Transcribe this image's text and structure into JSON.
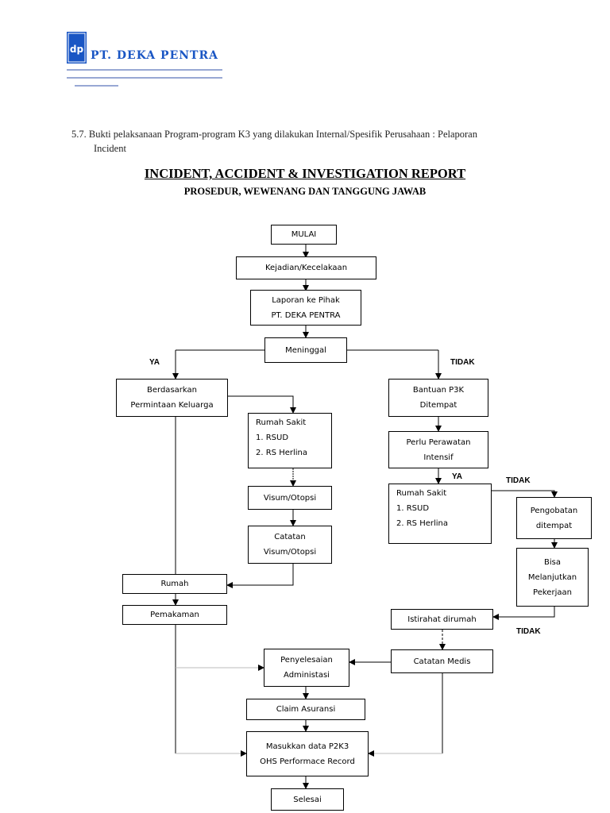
{
  "header": {
    "company_name": "PT. DEKA PENTRA",
    "logo_text": "dp",
    "brand_color": "#1a56c4"
  },
  "intro": {
    "line1": "5.7. Bukti pelaksanaan Program-program K3 yang dilakukan Internal/Spesifik Perusahaan : Pelaporan",
    "line2": "Incident"
  },
  "title": "INCIDENT, ACCIDENT & INVESTIGATION REPORT",
  "subtitle": "PROSEDUR, WEWENANG DAN TANGGUNG JAWAB",
  "flow": {
    "mulai": "MULAI",
    "kejadian": "Kejadian/Kecelakaan",
    "laporan": "Laporan ke Pihak\nPT. DEKA PENTRA",
    "meninggal": "Meninggal",
    "ya1": "YA",
    "tidak1": "TIDAK",
    "berdasarkan": "Berdasarkan\nPermintaan Keluarga",
    "rs_left": "Rumah Sakit\n  1.  RSUD\n  2.  RS Herlina",
    "visum": "Visum/Otopsi",
    "catatan_visum": "Catatan\nVisum/Otopsi",
    "rumah": "Rumah",
    "pemakaman": "Pemakaman",
    "bantuan": "Bantuan P3K\nDitempat",
    "perlu": "Perlu Perawatan\nIntensif",
    "ya2": "YA",
    "tidak2": "TIDAK",
    "rs_right": "Rumah Sakit\n  1.  RSUD\n  2.  RS Herlina",
    "pengobatan": "Pengobatan\nditempat",
    "bisa": "Bisa\nMelanjutkan\nPekerjaan",
    "istirahat": "Istirahat dirumah",
    "tidak3": "TIDAK",
    "catatan_medis": "Catatan Medis",
    "penyelesaian": "Penyelesaian\nAdministasi",
    "claim": "Claim Asuransi",
    "masukkan": "Masukkan data P2K3\nOHS Performace Record",
    "selesai": "Selesai"
  }
}
